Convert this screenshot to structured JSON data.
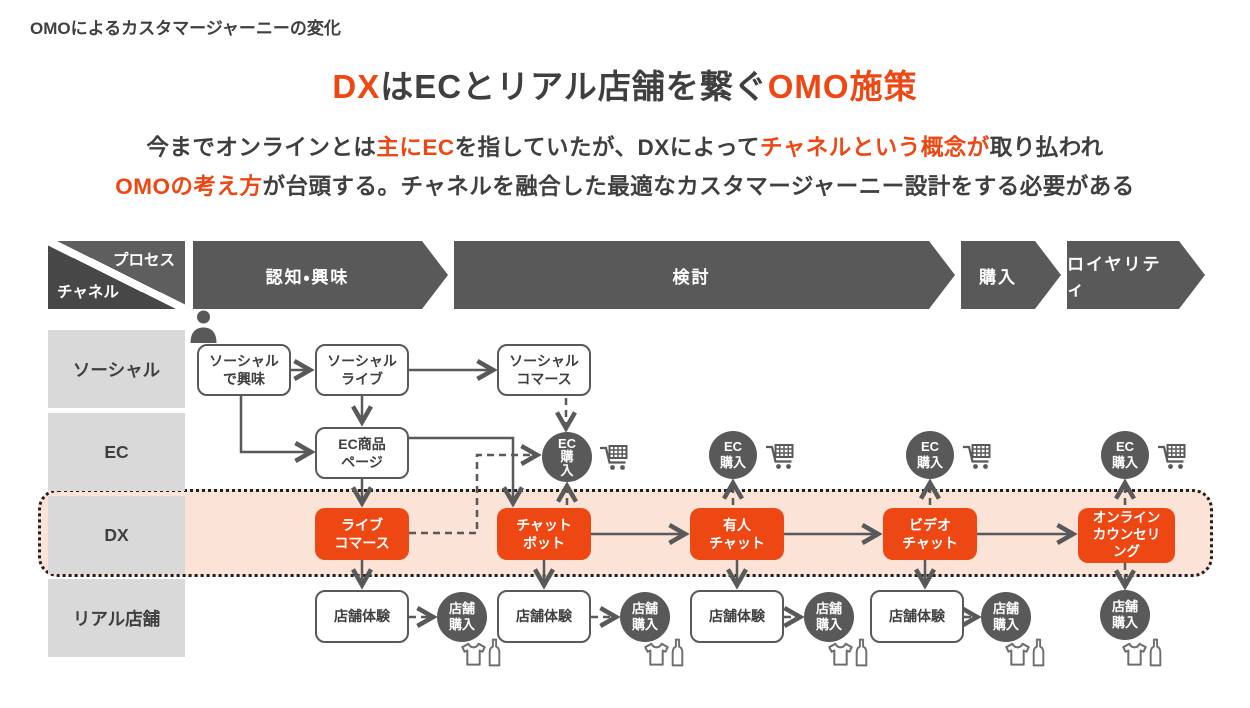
{
  "colors": {
    "accent_orange": "#ed4713",
    "band_pink": "#fbe3d8",
    "channel_gray": "#d9d9d9",
    "dark_gray": "#595959",
    "text_dark": "#3f3f3f"
  },
  "header": {
    "kicker": "OMOによるカスタマージャーニーの変化",
    "title": {
      "p1": "DX",
      "p2": "はECとリアル店舗を繋ぐ",
      "p3": "OMO施策"
    },
    "subtitle1": {
      "a": "今までオンラインとは",
      "b": "主にEC",
      "c": "を指していたが、DXによって",
      "d": "チャネルという概念が",
      "e": "取り払われ"
    },
    "subtitle2": {
      "a": "OMOの考え方",
      "b": "が台頭する。チャネルを融合した最適なカスタマージャーニー設計をする必要がある"
    }
  },
  "process": {
    "corner_top": "プロセス",
    "corner_bottom": "チャネル",
    "stages": [
      {
        "label": "認知・興味"
      },
      {
        "label": "検討"
      },
      {
        "label": "購入"
      },
      {
        "label": "ロイヤリティ"
      }
    ]
  },
  "channels": [
    {
      "label": "ソーシャル"
    },
    {
      "label": "EC"
    },
    {
      "label": "DX"
    },
    {
      "label": "リアル店舗"
    }
  ],
  "nodes": {
    "social": [
      "ソーシャル\nで興味",
      "ソーシャル\nライブ",
      "ソーシャル\nコマース"
    ],
    "ec_page": "EC商品\nページ",
    "ec_purchase_first": "EC\n購\n入",
    "ec_purchase": "EC\n購入",
    "dx": [
      "ライブ\nコマース",
      "チャット\nボット",
      "有人\nチャット",
      "ビデオ\nチャット",
      "オンライン\nカウンセリ\nング"
    ],
    "store_experience": "店舗体験",
    "store_purchase": "店舗\n購入"
  },
  "icons": {
    "person": "customer-silhouette",
    "ec_purchase": "shopping-cart",
    "store_purchase": "tshirt-and-bottle"
  }
}
